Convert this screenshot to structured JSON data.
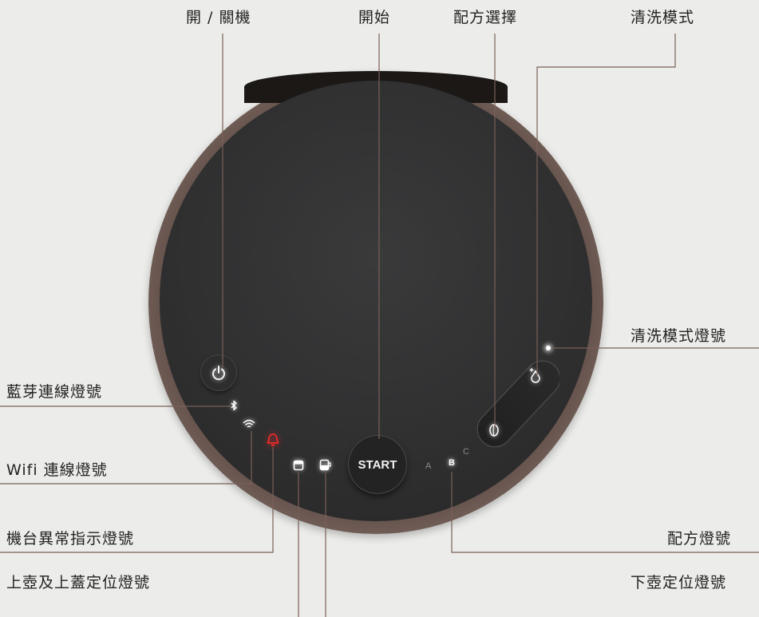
{
  "labels": {
    "power": "開 / 關機",
    "start": "開始",
    "recipe_select": "配方選擇",
    "clean_mode": "清洗模式",
    "clean_mode_light": "清洗模式燈號",
    "bluetooth_light": "藍芽連線燈號",
    "wifi_light": "Wifi 連線燈號",
    "error_light": "機台異常指示燈號",
    "recipe_light": "配方燈號",
    "top_pot_light": "上壺及上蓋定位燈號",
    "bottom_pot_light": "下壺定位燈號"
  },
  "device": {
    "start_button": "START",
    "recipes": [
      "A",
      "B",
      "C"
    ],
    "active_recipe": "B"
  },
  "colors": {
    "background": "#ececea",
    "leader_line": "#7a6058",
    "face": "#303031",
    "ring": "#6e5b54",
    "alarm": "#ff2b2b",
    "indicator": "#ffffff"
  },
  "icons": {
    "power": "power-icon",
    "bluetooth": "bluetooth-icon",
    "wifi": "wifi-icon",
    "error": "alarm-icon",
    "top_pot": "top-pot-icon",
    "bottom_pot": "bottom-pot-icon",
    "bean": "coffee-bean-icon",
    "droplet": "droplet-icon"
  }
}
